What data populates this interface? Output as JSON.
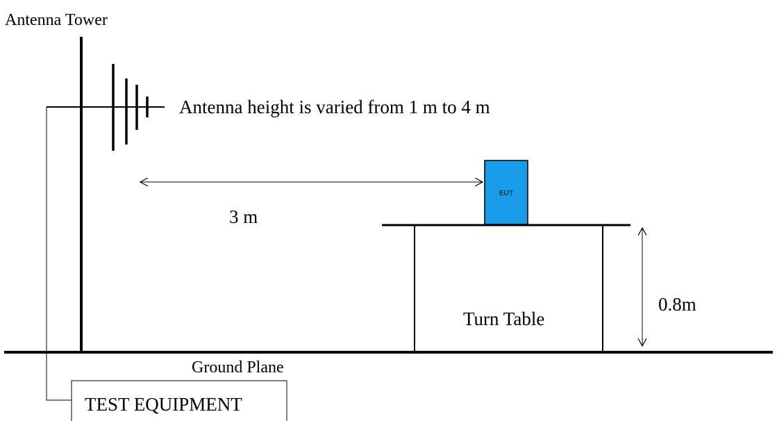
{
  "labels": {
    "antenna_tower": "Antenna Tower",
    "antenna_height_note": "Antenna height is varied from 1 m to 4 m",
    "distance": "3 m",
    "eut": "EUT",
    "turn_table": "Turn Table",
    "table_height": "0.8m",
    "ground_plane": "Ground Plane",
    "test_equipment": "TEST EQUIPMENT"
  },
  "colors": {
    "eut_fill": "#1a9be8",
    "line": "#000000"
  }
}
